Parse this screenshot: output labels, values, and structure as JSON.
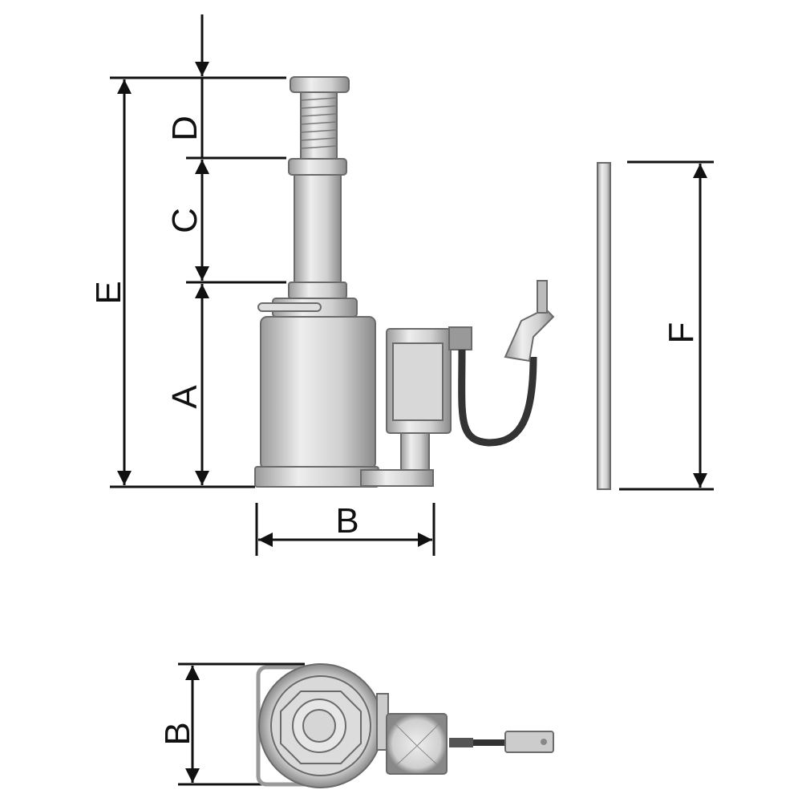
{
  "labels": {
    "d": "D",
    "c": "C",
    "e": "E",
    "a": "A",
    "b": "B",
    "f": "F",
    "b_top": "B"
  },
  "colors": {
    "line": "#111111",
    "metal": "#d4d4d4",
    "hose": "#333333"
  }
}
